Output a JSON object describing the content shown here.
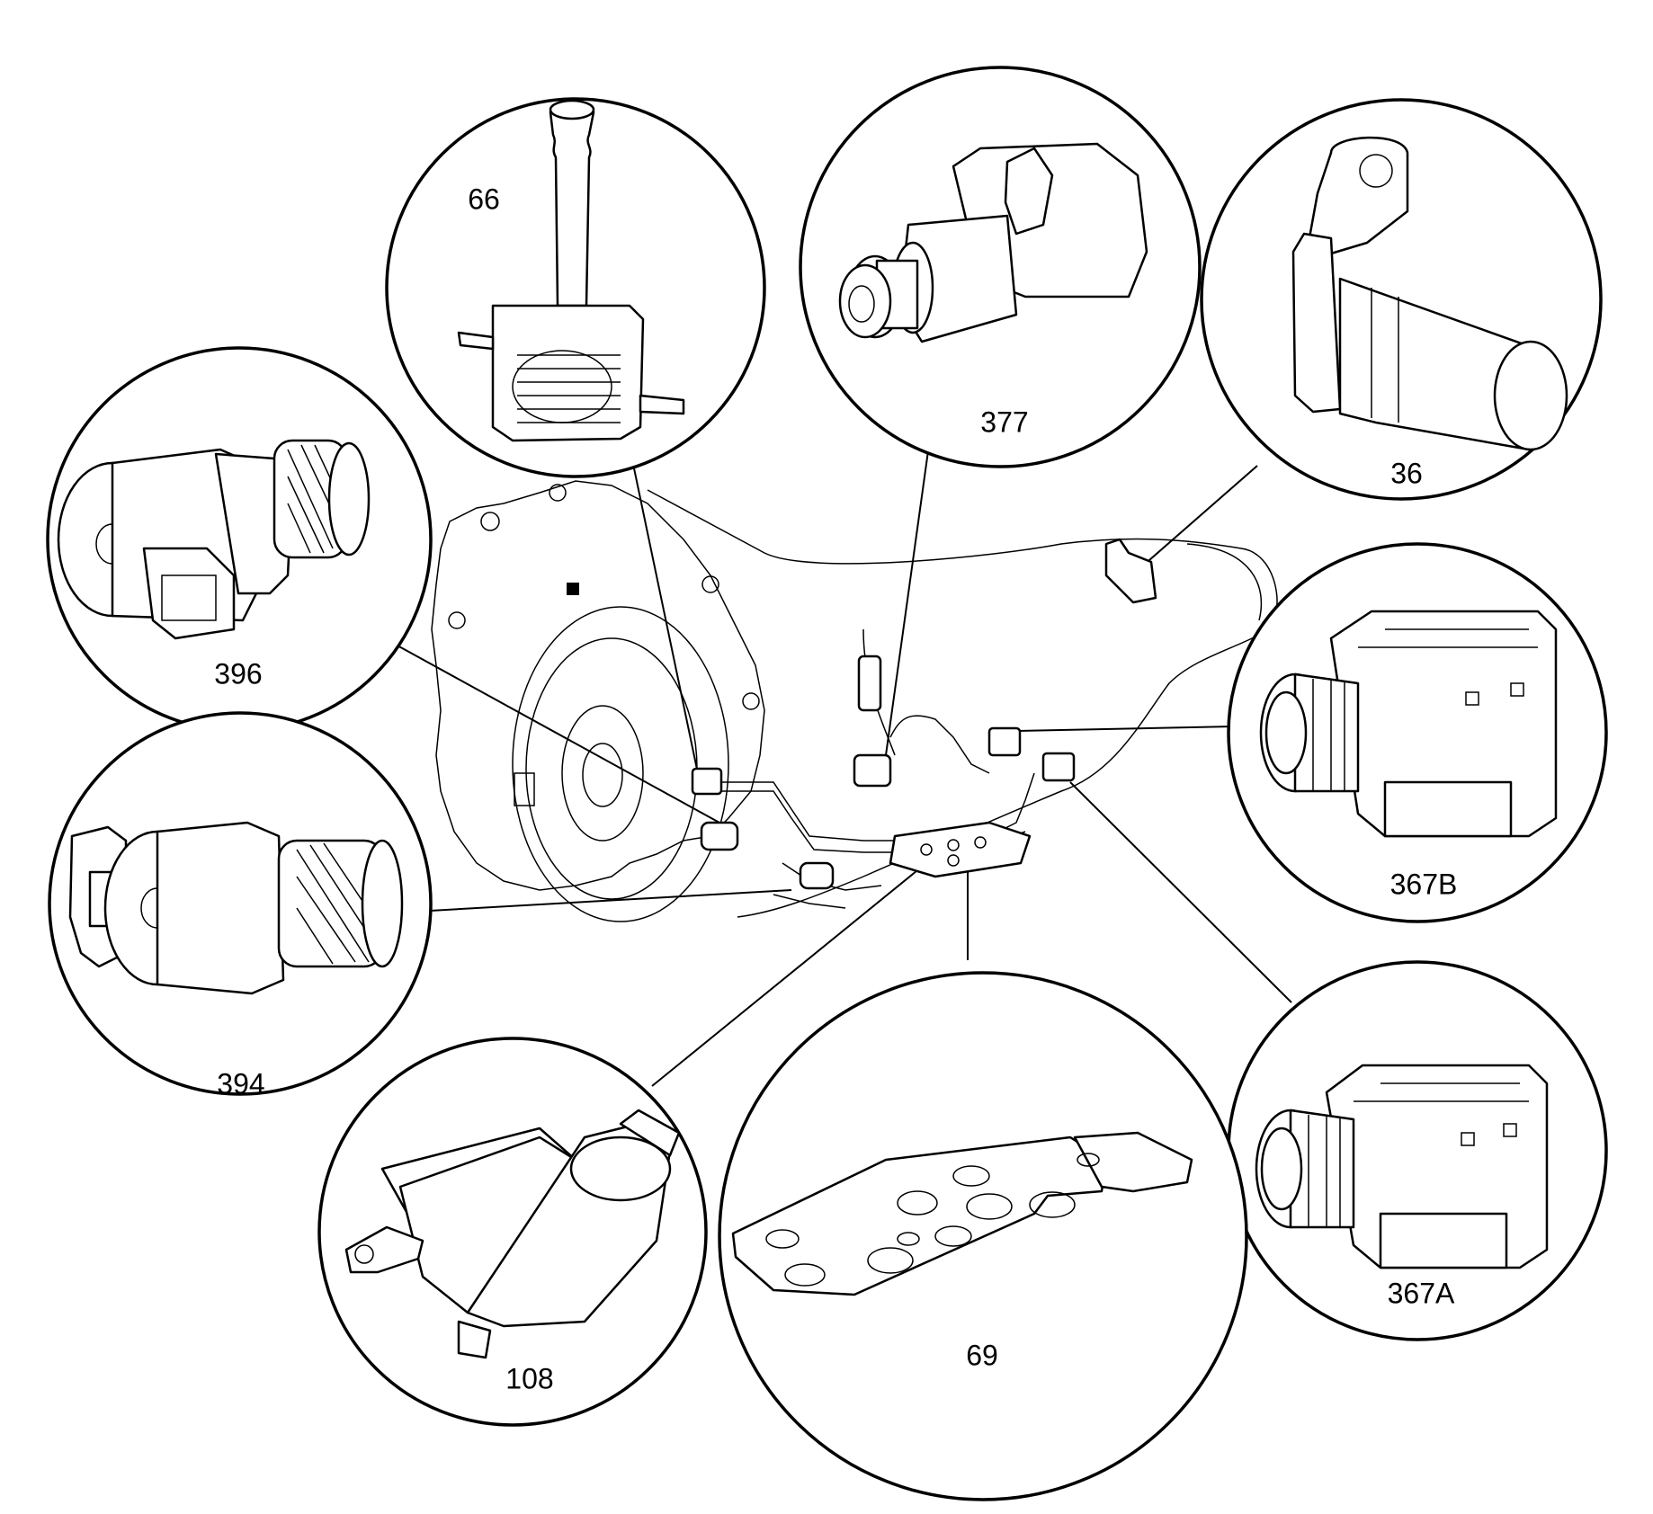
{
  "callouts": [
    {
      "id": "66",
      "label": "66"
    },
    {
      "id": "377",
      "label": "377"
    },
    {
      "id": "36",
      "label": "36"
    },
    {
      "id": "396",
      "label": "396"
    },
    {
      "id": "367B",
      "label": "367B"
    },
    {
      "id": "394",
      "label": "394"
    },
    {
      "id": "367A",
      "label": "367A"
    },
    {
      "id": "108",
      "label": "108"
    },
    {
      "id": "69",
      "label": "69"
    }
  ],
  "colors": {
    "ink": "#000000",
    "paper": "#ffffff"
  }
}
